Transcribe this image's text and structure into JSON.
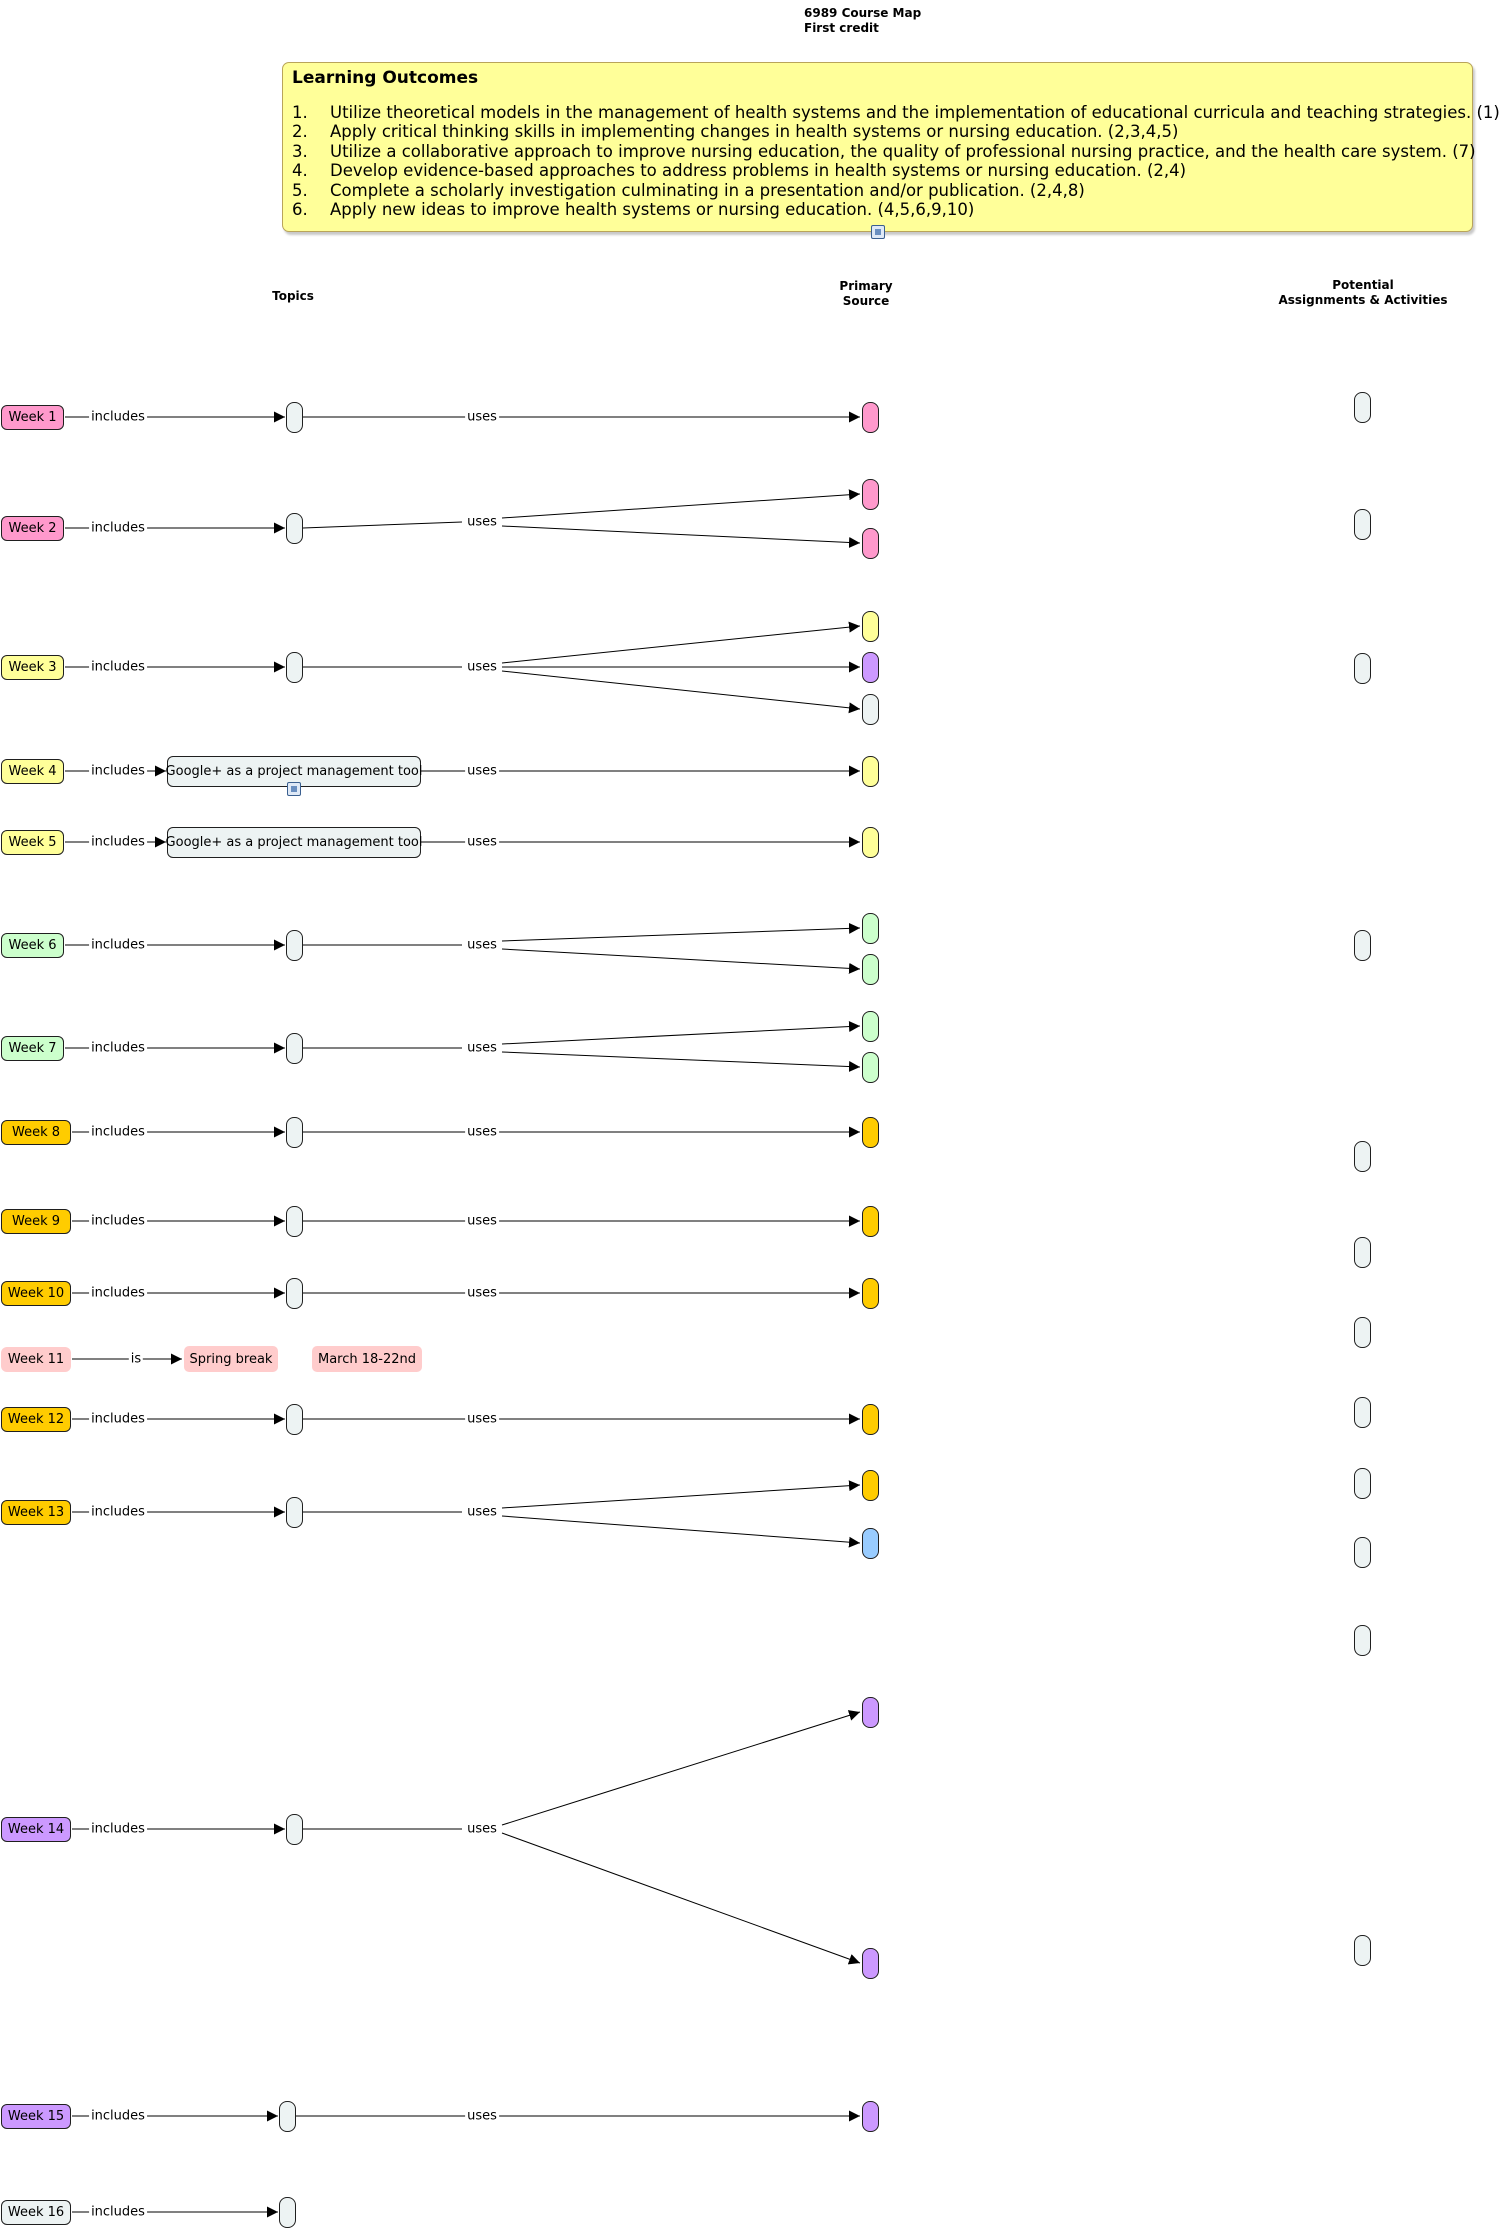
{
  "header": {
    "title_line1": "6989 Course Map",
    "title_line2": "First credit"
  },
  "learning_outcomes": {
    "title": "Learning Outcomes",
    "items": [
      {
        "num": "1.",
        "text": "Utilize theoretical models in the management of health systems and the implementation of educational curricula and teaching strategies. (1)"
      },
      {
        "num": "2.",
        "text": "Apply critical thinking skills in implementing changes in health systems or nursing education. (2,3,4,5)"
      },
      {
        "num": "3.",
        "text": "Utilize a collaborative approach to improve nursing education, the quality of professional nursing practice, and the health care system. (7)"
      },
      {
        "num": "4.",
        "text": "Develop evidence-based approaches to address problems in health systems or nursing education. (2,4)"
      },
      {
        "num": "5.",
        "text": "Complete a scholarly investigation culminating in a presentation and/or publication. (2,4,8)"
      },
      {
        "num": "6.",
        "text": "Apply new ideas to improve health systems or nursing education. (4,5,6,9,10)"
      }
    ]
  },
  "columns": {
    "topics": "Topics",
    "primary_line1": "Primary",
    "primary_line2": "Source",
    "potential_line1": "Potential",
    "potential_line2": "Assignments & Activities"
  },
  "link_labels": {
    "includes": "includes",
    "uses": "uses",
    "is": "is"
  },
  "colors": {
    "pink": "#ff99cc",
    "yellow": "#ffff99",
    "purple": "#cc99ff",
    "light": "#edf3f3",
    "green": "#ccffcc",
    "orange": "#ffcc00",
    "blue": "#99ccff",
    "spring_pink": "#ffcccc"
  },
  "weeks": [
    {
      "label": "Week 1",
      "color": "#ff99cc",
      "topic": "",
      "sources": [
        "#ff99cc"
      ]
    },
    {
      "label": "Week 2",
      "color": "#ff99cc",
      "topic": "",
      "sources": [
        "#ff99cc",
        "#ff99cc"
      ]
    },
    {
      "label": "Week 3",
      "color": "#ffff99",
      "topic": "",
      "sources": [
        "#ffff99",
        "#cc99ff",
        "#edf3f3"
      ]
    },
    {
      "label": "Week 4",
      "color": "#ffff99",
      "topic": "Google+ as a project management tool",
      "sources": [
        "#ffff99"
      ]
    },
    {
      "label": "Week 5",
      "color": "#ffff99",
      "topic": "Google+ as a project management tool",
      "sources": [
        "#ffff99"
      ]
    },
    {
      "label": "Week 6",
      "color": "#ccffcc",
      "topic": "",
      "sources": [
        "#ccffcc",
        "#ccffcc"
      ]
    },
    {
      "label": "Week 7",
      "color": "#ccffcc",
      "topic": "",
      "sources": [
        "#ccffcc",
        "#ccffcc"
      ]
    },
    {
      "label": "Week 8",
      "color": "#ffcc00",
      "topic": "",
      "sources": [
        "#ffcc00"
      ]
    },
    {
      "label": "Week 9",
      "color": "#ffcc00",
      "topic": "",
      "sources": [
        "#ffcc00"
      ]
    },
    {
      "label": "Week 10",
      "color": "#ffcc00",
      "topic": "",
      "sources": [
        "#ffcc00"
      ]
    },
    {
      "label": "Week 11",
      "color": "#ffcccc",
      "is_label": "Spring break",
      "note": "March 18-22nd"
    },
    {
      "label": "Week 12",
      "color": "#ffcc00",
      "topic": "",
      "sources": [
        "#ffcc00"
      ]
    },
    {
      "label": "Week 13",
      "color": "#ffcc00",
      "topic": "",
      "sources": [
        "#ffcc00",
        "#99ccff"
      ]
    },
    {
      "label": "Week 14",
      "color": "#cc99ff",
      "topic": "",
      "sources": [
        "#cc99ff",
        "#cc99ff"
      ]
    },
    {
      "label": "Week 15",
      "color": "#cc99ff",
      "topic": "",
      "sources": [
        "#cc99ff"
      ]
    },
    {
      "label": "Week 16",
      "color": "#edf3f3",
      "topic": ""
    }
  ],
  "assignment_nodes": 13
}
